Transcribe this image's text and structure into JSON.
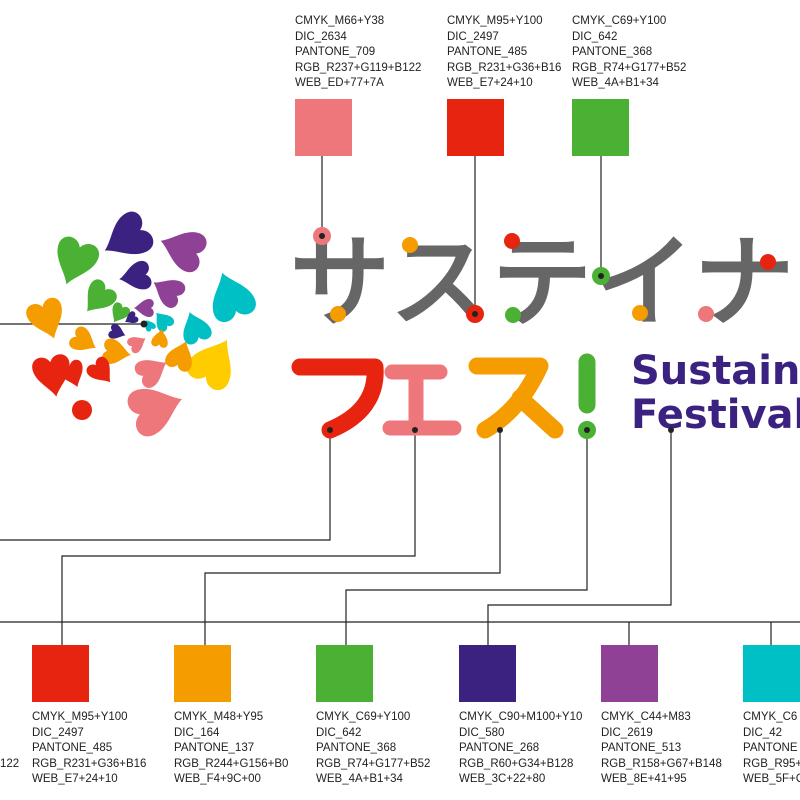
{
  "logo": {
    "title_jp_line1": "サステイナブル",
    "title_jp_line2": "フェス!",
    "title_en_line1": "Sustainable",
    "title_en_line2": "Festival"
  },
  "palette": {
    "pink": "#ED777A",
    "red": "#E72410",
    "orange": "#F49C00",
    "green": "#4AB134",
    "purple": "#3C2280",
    "magenta": "#8E4195",
    "cyan": "#00C0C6",
    "yellow": "#FFCC00",
    "gray": "#666666",
    "line": "#222222"
  },
  "top_specs": [
    {
      "color": "#ED777A",
      "lines": [
        "CMYK_M66+Y38",
        "DIC_2634",
        "PANTONE_709",
        "RGB_R237+G119+B122",
        "WEB_ED+77+7A"
      ]
    },
    {
      "color": "#E72410",
      "lines": [
        "CMYK_M95+Y100",
        "DIC_2497",
        "PANTONE_485",
        "RGB_R231+G36+B16",
        "WEB_E7+24+10"
      ]
    },
    {
      "color": "#4AB134",
      "lines": [
        "CMYK_C69+Y100",
        "DIC_642",
        "PANTONE_368",
        "RGB_R74+G177+B52",
        "WEB_4A+B1+34"
      ]
    }
  ],
  "bottom_specs": [
    {
      "color": "#E72410",
      "lines": [
        "CMYK_M95+Y100",
        "DIC_2497",
        "PANTONE_485",
        "RGB_R231+G36+B16",
        "WEB_E7+24+10"
      ]
    },
    {
      "color": "#F49C00",
      "lines": [
        "CMYK_M48+Y95",
        "DIC_164",
        "PANTONE_137",
        "RGB_R244+G156+B0",
        "WEB_F4+9C+00"
      ]
    },
    {
      "color": "#4AB134",
      "lines": [
        "CMYK_C69+Y100",
        "DIC_642",
        "PANTONE_368",
        "RGB_R74+G177+B52",
        "WEB_4A+B1+34"
      ]
    },
    {
      "color": "#3C2280",
      "lines": [
        "CMYK_C90+M100+Y10",
        "DIC_580",
        "PANTONE_268",
        "RGB_R60+G34+B128",
        "WEB_3C+22+80"
      ]
    },
    {
      "color": "#8E4195",
      "lines": [
        "CMYK_C44+M83",
        "DIC_2619",
        "PANTONE_513",
        "RGB_R158+G67+B148",
        "WEB_8E+41+95"
      ]
    },
    {
      "color": "#00C0C6",
      "lines": [
        "CMYK_C6",
        "DIC_42",
        "PANTONE",
        "RGB_R95+",
        "WEB_5F+C"
      ]
    }
  ],
  "left_cut_text": "122"
}
